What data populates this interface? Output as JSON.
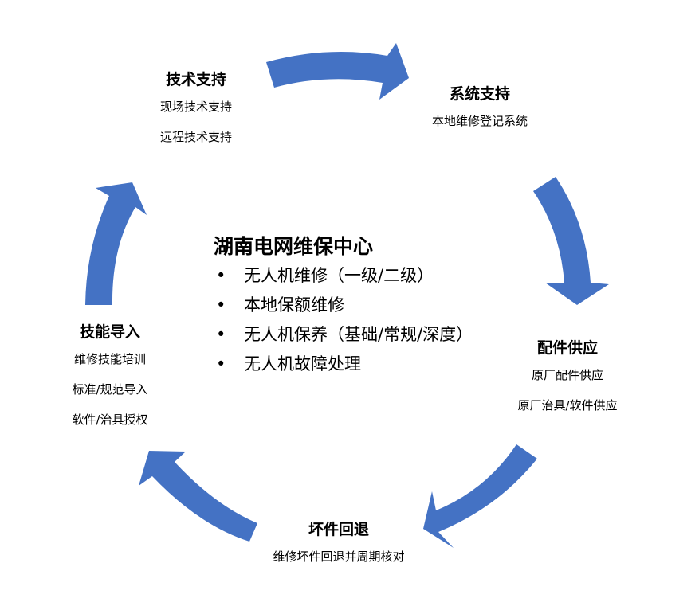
{
  "colors": {
    "arrow": "#4472C4",
    "text": "#000000",
    "background": "#FFFFFF"
  },
  "center": {
    "title": "湖南电网维保中心",
    "bullet_glyph": "•",
    "items": [
      "无人机维修（一级/二级）",
      "本地保额维修",
      "无人机保养（基础/常规/深度）",
      "无人机故障处理"
    ]
  },
  "nodes": {
    "tech_support": {
      "title": "技术支持",
      "lines": [
        "现场技术支持",
        "远程技术支持"
      ]
    },
    "system_support": {
      "title": "系统支持",
      "lines": [
        "本地维修登记系统"
      ]
    },
    "parts_supply": {
      "title": "配件供应",
      "lines": [
        "原厂配件供应",
        "原厂治具/软件供应"
      ]
    },
    "faulty_return": {
      "title": "坏件回退",
      "lines": [
        "维修坏件回退并周期核对"
      ]
    },
    "skill_import": {
      "title": "技能导入",
      "lines": [
        "维修技能培训",
        "标准/规范导入",
        "软件/治具授权"
      ]
    }
  },
  "cycle": {
    "arrows": [
      {
        "from": "技术支持",
        "to": "系统支持",
        "icon": "curved-arrow-right"
      },
      {
        "from": "系统支持",
        "to": "配件供应",
        "icon": "curved-arrow-down"
      },
      {
        "from": "配件供应",
        "to": "坏件回退",
        "icon": "curved-arrow-down-left"
      },
      {
        "from": "坏件回退",
        "to": "技能导入",
        "icon": "curved-arrow-up-left"
      },
      {
        "from": "技能导入",
        "to": "技术支持",
        "icon": "curved-arrow-up"
      }
    ]
  }
}
